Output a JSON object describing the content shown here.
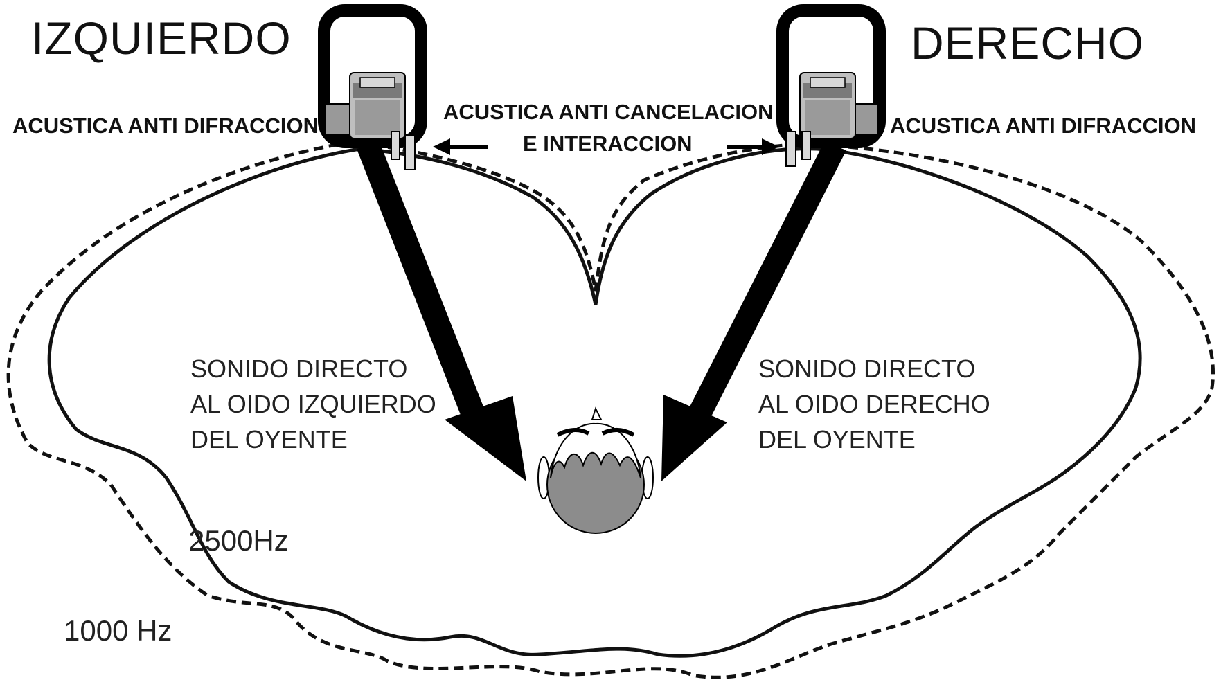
{
  "labels": {
    "left_title": "IZQUIERDO",
    "right_title": "DERECHO",
    "left_anti_diffraction": "ACUSTICA ANTI DIFRACCION",
    "right_anti_diffraction": "ACUSTICA ANTI DIFRACCION",
    "anti_cancel_line1": "ACUSTICA ANTI CANCELACION",
    "anti_cancel_line2": "E INTERACCION",
    "left_direct_line1": "SONIDO DIRECTO",
    "left_direct_line2": "AL OIDO IZQUIERDO",
    "left_direct_line3": "DEL OYENTE",
    "right_direct_line1": "SONIDO DIRECTO",
    "right_direct_line2": "AL OIDO DERECHO",
    "right_direct_line3": "DEL OYENTE",
    "freq_2500": "2500Hz",
    "freq_1000": "1000 Hz"
  },
  "colors": {
    "ink": "#111111",
    "speaker_frame": "#000000",
    "driver_light": "#d8d8d8",
    "driver_dark": "#7a7a7a",
    "head_fill": "#8c8c8c",
    "hair": "#ffffff"
  }
}
